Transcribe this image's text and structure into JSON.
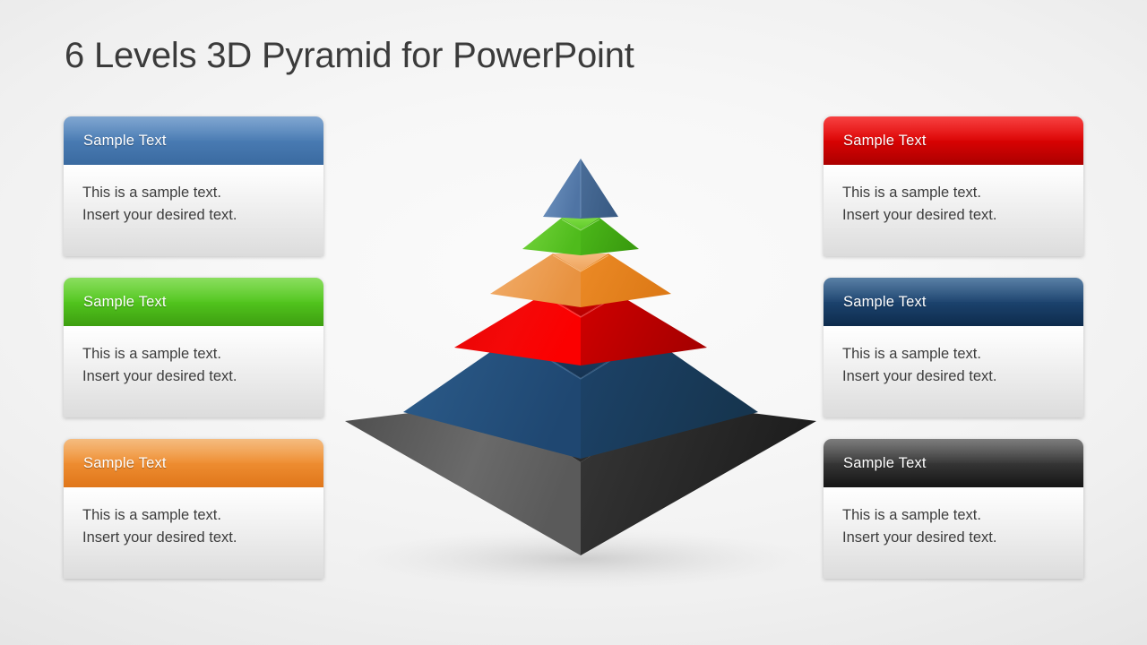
{
  "title": "6 Levels 3D Pyramid for PowerPoint",
  "cards": {
    "left": [
      {
        "header": "Sample  Text",
        "body": "This is a sample  text.\nInsert your desired text.",
        "accent": "#4a7cb4",
        "style": "hdr-blue",
        "level": "blue"
      },
      {
        "header": "Sample  Text",
        "body": "This is a sample  text.\nInsert your desired text.",
        "accent": "#52c61e",
        "style": "hdr-green",
        "level": "green"
      },
      {
        "header": "Sample  Text",
        "body": "This is a sample  text.\nInsert your desired text.",
        "accent": "#ef8f33",
        "style": "hdr-orange",
        "level": "orange"
      }
    ],
    "right": [
      {
        "header": "Sample  Text",
        "body": "This is a sample  text.\nInsert your desired text.",
        "accent": "#e00303",
        "style": "hdr-red",
        "level": "red"
      },
      {
        "header": "Sample  Text",
        "body": "This is a sample  text.\nInsert your desired text.",
        "accent": "#1d4571",
        "style": "hdr-navy",
        "level": "navy"
      },
      {
        "header": "Sample  Text",
        "body": "This is a sample  text.\nInsert your desired text.",
        "accent": "#393939",
        "style": "hdr-dark",
        "level": "dark"
      }
    ]
  },
  "pyramid": {
    "levels": 6,
    "order_top_to_bottom": [
      "blue",
      "green",
      "orange",
      "red",
      "navy",
      "dark"
    ],
    "colors": {
      "blue": {
        "left": "#5b7fae",
        "right": "#44688f",
        "top": "#6d92bf"
      },
      "green": {
        "left": "#63c92c",
        "right": "#44a814",
        "top": "#6fd336"
      },
      "orange": {
        "left": "#eda260",
        "right": "#e5862a",
        "top": "#f0ae6e"
      },
      "red": {
        "left": "#f20505",
        "right": "#c20000",
        "top": "#e60000"
      },
      "navy": {
        "left": "#27537f",
        "right": "#1b3f63",
        "top": "#2a5b8c"
      },
      "dark": {
        "left": "#555555",
        "right": "#2a2a2a",
        "top": "#3f3f3f"
      }
    }
  },
  "background": {
    "base_color": "#f2f2f2"
  }
}
